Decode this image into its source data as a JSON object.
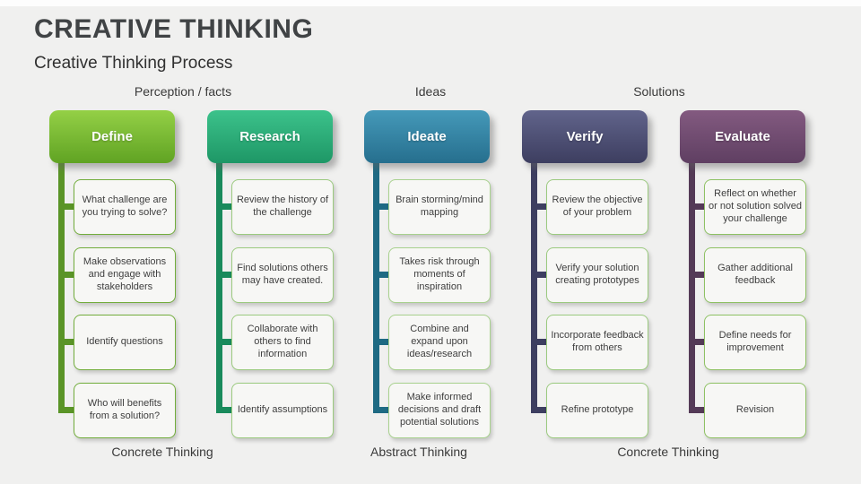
{
  "header": {
    "title": "CREATIVE THINKING",
    "subtitle": "Creative Thinking Process"
  },
  "section_labels": [
    {
      "label": "Perception / facts"
    },
    {
      "label": "Ideas"
    },
    {
      "label": "Solutions"
    }
  ],
  "bottom_labels": [
    {
      "label": "Concrete Thinking"
    },
    {
      "label": "Abstract Thinking"
    },
    {
      "label": "Concrete Thinking"
    }
  ],
  "columns": [
    {
      "title": "Define",
      "colors": {
        "gradient_top": "#94d046",
        "gradient_bottom": "#60a323",
        "connector": "#5a9427",
        "box_border": "#72ad3c"
      },
      "items": [
        "What challenge are you trying to solve?",
        "Make observations and engage with stakeholders",
        "Identify questions",
        "Who will benefits from a solution?"
      ]
    },
    {
      "title": "Research",
      "colors": {
        "gradient_top": "#3cc28b",
        "gradient_bottom": "#1e9766",
        "connector": "#198a5c",
        "box_border": "#9bca7f"
      },
      "items": [
        "Review the history of the challenge",
        "Find solutions others may have created.",
        "Collaborate with others to find information",
        "Identify assumptions"
      ]
    },
    {
      "title": "Ideate",
      "colors": {
        "gradient_top": "#4599b9",
        "gradient_bottom": "#266f8e",
        "connector": "#1e6a83",
        "box_border": "#a8d18e"
      },
      "items": [
        "Brain storming/mind mapping",
        "Takes risk through moments of inspiration",
        "Combine and expand upon ideas/research",
        "Make informed decisions and draft potential solutions"
      ]
    },
    {
      "title": "Verify",
      "colors": {
        "gradient_top": "#61648b",
        "gradient_bottom": "#3d3e60",
        "connector": "#3d3e60",
        "box_border": "#9bca7f"
      },
      "items": [
        "Review the objective of your problem",
        "Verify your solution creating prototypes",
        "Incorporate feedback from others",
        "Refine prototype"
      ]
    },
    {
      "title": "Evaluate",
      "colors": {
        "gradient_top": "#835a80",
        "gradient_bottom": "#5f3f62",
        "connector": "#543a57",
        "box_border": "#8ec163"
      },
      "items": [
        "Reflect on whether or not solution solved your challenge",
        "Gather additional feedback",
        "Define needs for improvement",
        "Revision"
      ]
    }
  ]
}
